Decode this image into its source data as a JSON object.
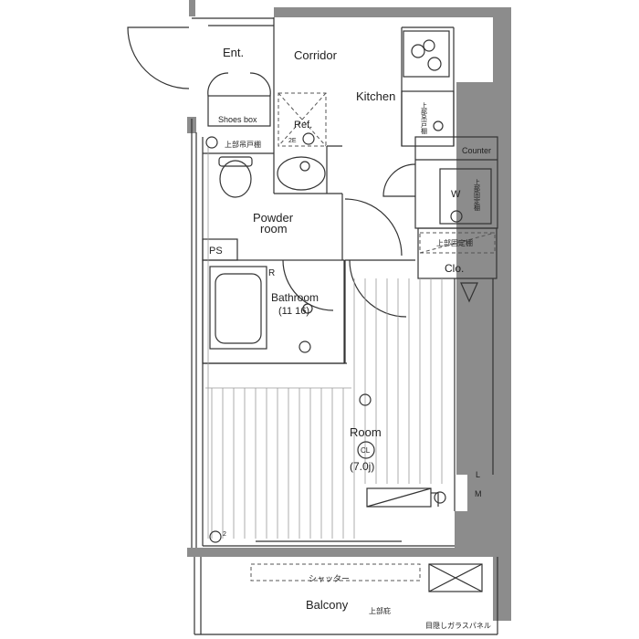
{
  "plan": {
    "rooms": {
      "entrance": "Ent.",
      "corridor": "Corridor",
      "kitchen": "Kitchen",
      "shoes_box": "Shoes box",
      "refrigerator": "Ref.",
      "counter": "Counter",
      "washer": "W",
      "powder_room_line1": "Powder",
      "powder_room_line2": "room",
      "pipe_space": "PS",
      "bathroom": "Bathroom",
      "bathroom_size": "(11 16)",
      "upper_fixed_shelf": "上部固定棚",
      "closet": "Clo.",
      "room": "Room",
      "closet_mark": "CL",
      "room_size": "(7.0j)",
      "balcony": "Balcony",
      "shutter": "シャッター",
      "upper_eave": "上部庇",
      "privacy_glass_panel": "目隠しガラスパネル",
      "upper_hanging_shelf": "上部吊戸棚",
      "upper_cabinet_vertical": "上部吊戸棚",
      "upper_fixed_shelf_vertical": "上部固定棚",
      "r_mark": "R",
      "l_mark": "L",
      "m_mark": "M",
      "outlet_2e": "2E",
      "outlet_2": "2"
    },
    "colors": {
      "wall": "#8c8c8c",
      "line": "#333333",
      "background": "#ffffff"
    }
  }
}
